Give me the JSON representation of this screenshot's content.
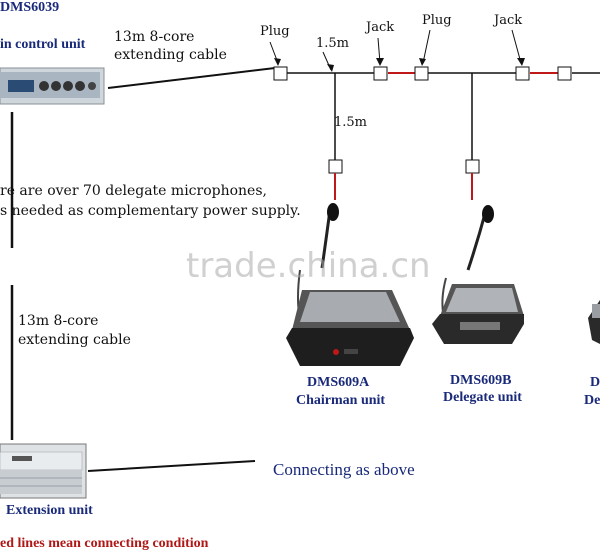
{
  "main_unit": {
    "model": "DMS6039",
    "label": "in control unit"
  },
  "cable_top": {
    "line1": "13m 8-core",
    "line2": "extending cable"
  },
  "cable_left": {
    "line1": "13m 8-core",
    "line2": "extending cable"
  },
  "bus_labels": {
    "plug1": "Plug",
    "plug2": "Plug",
    "jack1": "Jack",
    "jack2": "Jack",
    "len1": "1.5m",
    "len2": "1.5m"
  },
  "note": {
    "line1": "re are over 70 delegate microphones,",
    "line2": "s needed as complementary power supply."
  },
  "watermark": "trade.china.cn",
  "units": [
    {
      "model": "DMS609A",
      "name": "Chairman unit"
    },
    {
      "model": "DMS609B",
      "name": "Delegate unit"
    },
    {
      "model": "D",
      "name": "De"
    }
  ],
  "extension": {
    "label": "Extension unit",
    "connecting": "Connecting as above"
  },
  "legend": {
    "text": "ed lines mean connecting condition"
  },
  "colors": {
    "navy": "#1a2a7a",
    "red": "#c01818"
  }
}
